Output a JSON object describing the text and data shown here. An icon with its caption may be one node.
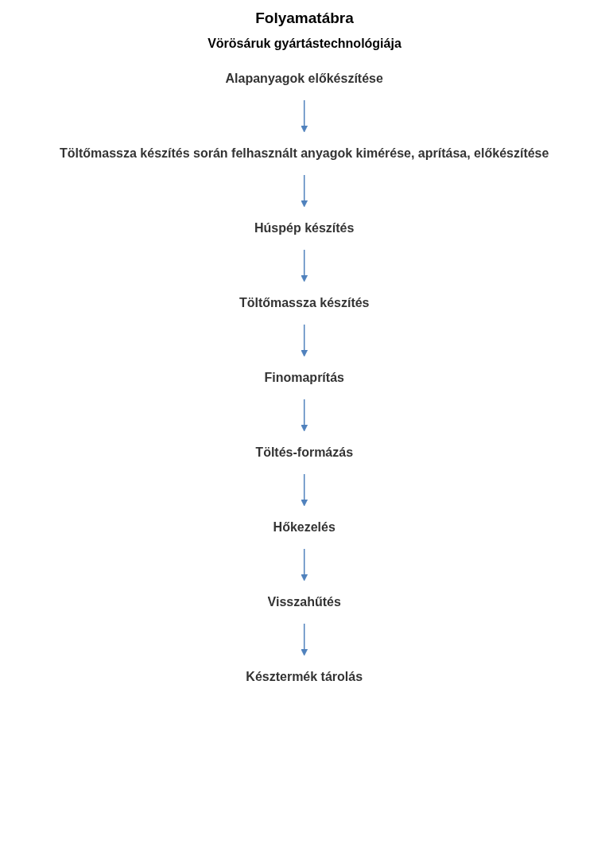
{
  "diagram": {
    "title": "Folyamatábra",
    "nodes": [
      {
        "text": [
          "Alapanyagok előkészítése"
        ]
      },
      {
        "text": [
          "Töltőmassza készítés során felhasznált anyagok kimérése, aprítása, előkészítése"
        ]
      },
      {
        "text": [
          "Húspép készítés"
        ]
      },
      {
        "text": [
          "Töltőmassza készítés"
        ]
      },
      {
        "text": [
          "Finomaprítás"
        ]
      },
      {
        "text": [
          "Töltés-formázás"
        ]
      },
      {
        "text": [
          "Hőkezelés"
        ]
      },
      {
        "text": [
          "Visszahűtés"
        ]
      },
      {
        "text": [
          "Késztermék tárolás"
        ]
      }
    ],
    "edges": [
      {
        "from": 0,
        "to": 1,
        "arrow": "to"
      },
      {
        "from": 1,
        "to": 2,
        "arrow": "to"
      },
      {
        "from": 2,
        "to": 3,
        "arrow": "to"
      },
      {
        "from": 3,
        "to": 4,
        "arrow": "to"
      },
      {
        "from": 4,
        "to": 5,
        "arrow": "to"
      },
      {
        "from": 5,
        "to": 6,
        "arrow": "to"
      },
      {
        "from": 6,
        "to": 7,
        "arrow": "to"
      },
      {
        "from": 7,
        "to": 8,
        "arrow": "to"
      }
    ],
    "labels": [
      "Vörösáruk gyártástechnológiája"
    ]
  }
}
